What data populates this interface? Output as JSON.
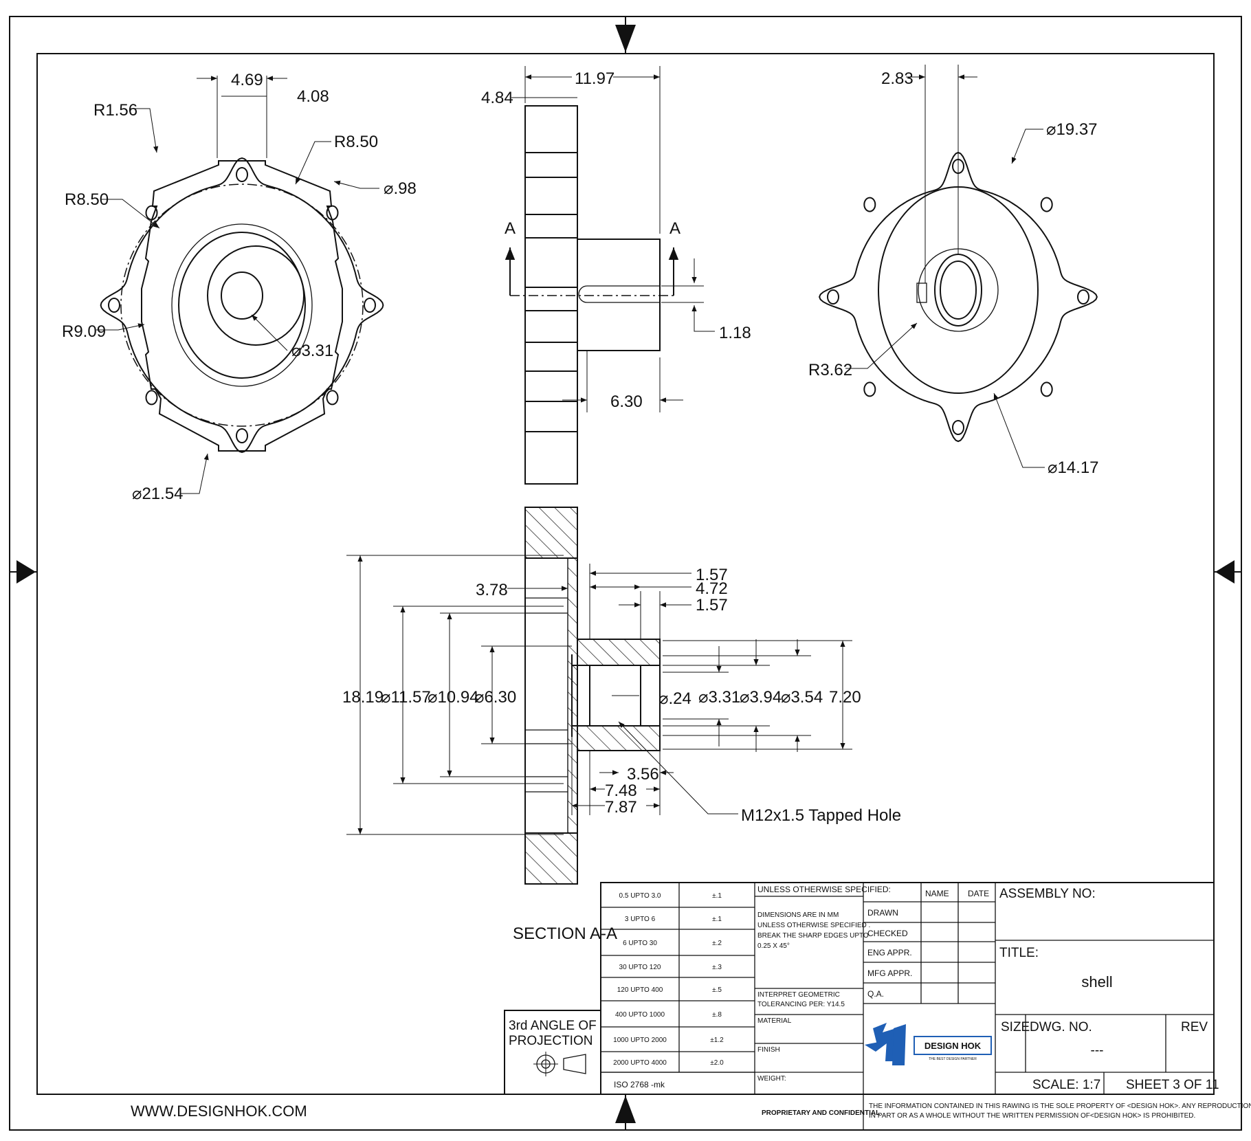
{
  "front_view": {
    "dims": {
      "width_a": "4.69",
      "width_b": "4.08",
      "r_lobe": "R1.56",
      "r_top": "R8.50",
      "r_left": "R8.50",
      "hole": "⌀.98",
      "r_inner": "R9.09",
      "bore": "⌀3.31",
      "pcd": "⌀21.54"
    }
  },
  "side_view": {
    "dims": {
      "total": "11.97",
      "flange": "4.84",
      "key": "1.18",
      "hub": "6.30"
    },
    "section_mark": "A"
  },
  "back_view": {
    "dims": {
      "offset": "2.83",
      "outer": "⌀19.37",
      "r_key": "R3.62",
      "inner": "⌀14.17"
    }
  },
  "section_view": {
    "dims": {
      "d1": "1.57",
      "d2": "4.72",
      "d3": "1.57",
      "d4": "3.78",
      "h_total": "18.19",
      "d_a": "⌀11.57",
      "d_b": "⌀10.94",
      "d_c": "⌀6.30",
      "d_d": "⌀.24",
      "d_e": "⌀3.31",
      "d_f": "⌀3.94",
      "d_g": "⌀3.54",
      "h_hub": "7.20",
      "l1": "3.56",
      "l2": "7.48",
      "l3": "7.87"
    },
    "callout": "M12x1.5 Tapped Hole",
    "title": "SECTION A-A"
  },
  "title_block": {
    "tolerances": [
      {
        "range": "0.5 UPTO 3.0",
        "tol": "±.1"
      },
      {
        "range": "3 UPTO 6",
        "tol": "±.1"
      },
      {
        "range": "6 UPTO 30",
        "tol": "±.2"
      },
      {
        "range": "30 UPTO 120",
        "tol": "±.3"
      },
      {
        "range": "120 UPTO 400",
        "tol": "±.5"
      },
      {
        "range": "400 UPTO 1000",
        "tol": "±.8"
      },
      {
        "range": "1000 UPTO 2000",
        "tol": "±1.2"
      },
      {
        "range": "2000 UPTO 4000",
        "tol": "±2.0"
      }
    ],
    "iso": "ISO 2768 -mk",
    "projection_l1": "3rd ANGLE OF",
    "projection_l2": "PROJECTION",
    "unless": "UNLESS OTHERWISE SPECIFIED:",
    "notes": [
      "DIMENSIONS ARE IN MM",
      "UNLESS OTHERWISE SPECIFIED .",
      "BREAK THE SHARP EDGES UPTO",
      "0.25 X 45°"
    ],
    "gdt_l1": "INTERPRET GEOMETRIC",
    "gdt_l2": "TOLERANCING PER: Y14.5",
    "material": "MATERIAL",
    "finish": "FINISH",
    "weight": "WEIGHT:",
    "name_hdr": "NAME",
    "date_hdr": "DATE",
    "roles": [
      "DRAWN",
      "CHECKED",
      "ENG APPR.",
      "MFG APPR.",
      "Q.A."
    ],
    "assembly": "ASSEMBLY NO:",
    "title_label": "TITLE:",
    "title": "shell",
    "size": "SIZE",
    "dwg_label": "DWG.  NO.",
    "dwg_no": "---",
    "rev": "REV",
    "scale": "SCALE: 1:7",
    "sheet": "SHEET 3 OF 11",
    "logo_text": "DESIGN HOK",
    "logo_tag": "THE BEST DESIGN PARTNER",
    "proprietary": "PROPRIETARY AND CONFIDENTIAL",
    "disclaimer_l1": "THE INFORMATION CONTAINED IN THIS RAWING IS THE SOLE PROPERTY OF <DESIGN HOK>.  ANY REPRODUCTION",
    "disclaimer_l2": "IN PART OR AS A WHOLE WITHOUT THE WRITTEN PERMISSION OF<DESIGN HOK> IS PROHIBITED.",
    "website": "WWW.DESIGNHOK.COM"
  },
  "colors": {
    "ink": "#111111",
    "paper": "#ffffff",
    "logo_blue": "#1f5fb5"
  }
}
